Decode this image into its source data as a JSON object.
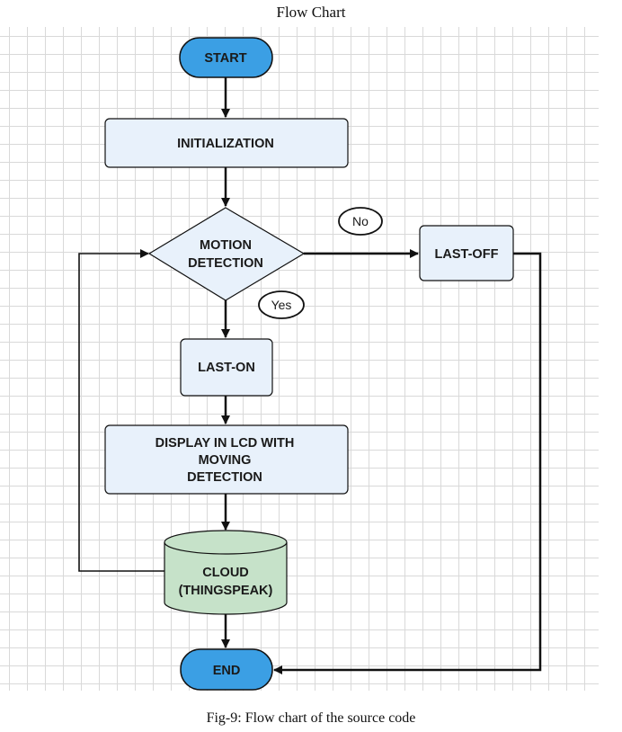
{
  "title": "Flow Chart",
  "caption": "Fig-9: Flow chart of the source code",
  "colors": {
    "terminal_fill": "#3b9fe4",
    "process_fill": "#e8f1fb",
    "database_fill": "#c6e2c9",
    "stroke": "#111111"
  },
  "nodes": {
    "start": "START",
    "initialization": "INITIALIZATION",
    "motion_detection": [
      "MOTION",
      "DETECTION"
    ],
    "last_off": "LAST-OFF",
    "last_on": "LAST-ON",
    "display": [
      "DISPLAY IN LCD WITH",
      "MOVING",
      "DETECTION"
    ],
    "cloud": [
      "CLOUD",
      "(THINGSPEAK)"
    ],
    "end": "END"
  },
  "edge_labels": {
    "no": "No",
    "yes": "Yes"
  }
}
